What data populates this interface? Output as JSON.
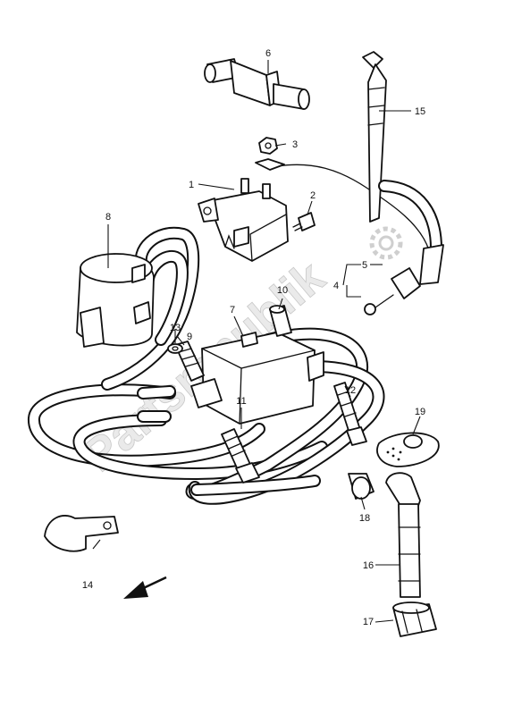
{
  "watermark": "Partsrepublik",
  "callouts": [
    {
      "id": "c1",
      "label": "1"
    },
    {
      "id": "c2",
      "label": "2"
    },
    {
      "id": "c3",
      "label": "3"
    },
    {
      "id": "c4",
      "label": "4"
    },
    {
      "id": "c5",
      "label": "5"
    },
    {
      "id": "c6",
      "label": "6"
    },
    {
      "id": "c7",
      "label": "7"
    },
    {
      "id": "c8",
      "label": "8"
    },
    {
      "id": "c9",
      "label": "9"
    },
    {
      "id": "c10",
      "label": "10"
    },
    {
      "id": "c11",
      "label": "11"
    },
    {
      "id": "c12",
      "label": "12"
    },
    {
      "id": "c13",
      "label": "13"
    },
    {
      "id": "c14",
      "label": "14"
    },
    {
      "id": "c15",
      "label": "15"
    },
    {
      "id": "c16",
      "label": "16"
    },
    {
      "id": "c17",
      "label": "17"
    },
    {
      "id": "c18",
      "label": "18"
    },
    {
      "id": "c19",
      "label": "19"
    }
  ],
  "icons": {
    "front_direction": "front-arrow-icon",
    "watermark_gear": "gear-icon"
  }
}
